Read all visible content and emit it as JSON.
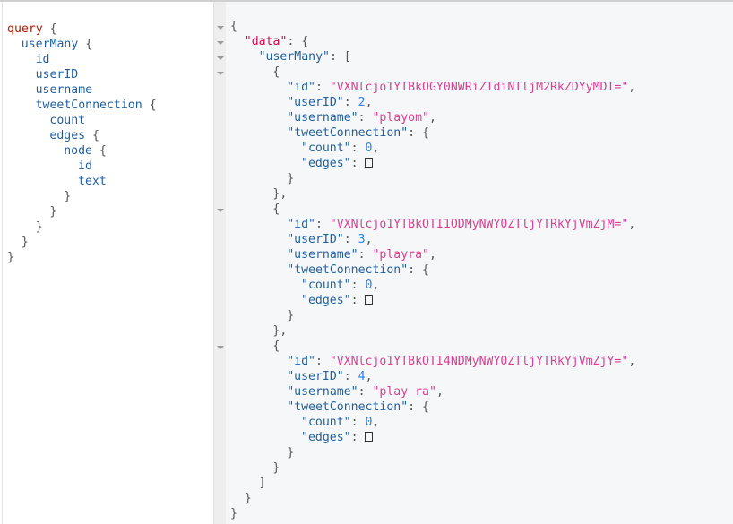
{
  "query_editor": {
    "lines": [
      {
        "indent": 0,
        "parts": [
          {
            "t": "query",
            "c": "kw"
          },
          {
            "t": " {",
            "c": "punc"
          }
        ]
      },
      {
        "indent": 1,
        "parts": [
          {
            "t": "userMany",
            "c": "field"
          },
          {
            "t": " {",
            "c": "punc"
          }
        ]
      },
      {
        "indent": 2,
        "parts": [
          {
            "t": "id",
            "c": "field"
          }
        ]
      },
      {
        "indent": 2,
        "parts": [
          {
            "t": "userID",
            "c": "field"
          }
        ]
      },
      {
        "indent": 2,
        "parts": [
          {
            "t": "username",
            "c": "field"
          }
        ]
      },
      {
        "indent": 2,
        "parts": [
          {
            "t": "tweetConnection",
            "c": "field"
          },
          {
            "t": " {",
            "c": "punc"
          }
        ]
      },
      {
        "indent": 3,
        "parts": [
          {
            "t": "count",
            "c": "field"
          }
        ]
      },
      {
        "indent": 3,
        "parts": [
          {
            "t": "edges",
            "c": "field"
          },
          {
            "t": " {",
            "c": "punc"
          }
        ]
      },
      {
        "indent": 4,
        "parts": [
          {
            "t": "node",
            "c": "field"
          },
          {
            "t": " {",
            "c": "punc"
          }
        ]
      },
      {
        "indent": 5,
        "parts": [
          {
            "t": "id",
            "c": "field"
          }
        ]
      },
      {
        "indent": 5,
        "parts": [
          {
            "t": "text",
            "c": "field"
          }
        ]
      },
      {
        "indent": 4,
        "parts": [
          {
            "t": "}",
            "c": "punc"
          }
        ]
      },
      {
        "indent": 3,
        "parts": [
          {
            "t": "}",
            "c": "punc"
          }
        ]
      },
      {
        "indent": 2,
        "parts": [
          {
            "t": "}",
            "c": "punc"
          }
        ]
      },
      {
        "indent": 1,
        "parts": [
          {
            "t": "}",
            "c": "punc"
          }
        ]
      },
      {
        "indent": 0,
        "parts": [
          {
            "t": "}",
            "c": "punc"
          }
        ]
      }
    ]
  },
  "result_viewer": {
    "fold_markers_lines": [
      0,
      1,
      2,
      3,
      12,
      21
    ],
    "lines": [
      {
        "indent": 0,
        "parts": [
          {
            "t": "{",
            "c": "punc"
          }
        ]
      },
      {
        "indent": 1,
        "parts": [
          {
            "t": "\"data\"",
            "c": "datakey"
          },
          {
            "t": ": {",
            "c": "punc"
          }
        ]
      },
      {
        "indent": 2,
        "parts": [
          {
            "t": "\"userMany\"",
            "c": "key"
          },
          {
            "t": ": [",
            "c": "punc"
          }
        ]
      },
      {
        "indent": 3,
        "parts": [
          {
            "t": "{",
            "c": "punc"
          }
        ]
      },
      {
        "indent": 4,
        "parts": [
          {
            "t": "\"id\"",
            "c": "key"
          },
          {
            "t": ": ",
            "c": "punc"
          },
          {
            "t": "\"VXNlcjo1YTBkOGY0NWRiZTdiNTljM2RkZDYyMDI=\"",
            "c": "str"
          },
          {
            "t": ",",
            "c": "punc"
          }
        ]
      },
      {
        "indent": 4,
        "parts": [
          {
            "t": "\"userID\"",
            "c": "key"
          },
          {
            "t": ": ",
            "c": "punc"
          },
          {
            "t": "2",
            "c": "num"
          },
          {
            "t": ",",
            "c": "punc"
          }
        ]
      },
      {
        "indent": 4,
        "parts": [
          {
            "t": "\"username\"",
            "c": "key"
          },
          {
            "t": ": ",
            "c": "punc"
          },
          {
            "t": "\"playom\"",
            "c": "str"
          },
          {
            "t": ",",
            "c": "punc"
          }
        ]
      },
      {
        "indent": 4,
        "parts": [
          {
            "t": "\"tweetConnection\"",
            "c": "key"
          },
          {
            "t": ": {",
            "c": "punc"
          }
        ]
      },
      {
        "indent": 5,
        "parts": [
          {
            "t": "\"count\"",
            "c": "key"
          },
          {
            "t": ": ",
            "c": "punc"
          },
          {
            "t": "0",
            "c": "num"
          },
          {
            "t": ",",
            "c": "punc"
          }
        ]
      },
      {
        "indent": 5,
        "parts": [
          {
            "t": "\"edges\"",
            "c": "key"
          },
          {
            "t": ": ",
            "c": "punc"
          },
          {
            "t": "[]",
            "c": "box"
          }
        ]
      },
      {
        "indent": 4,
        "parts": [
          {
            "t": "}",
            "c": "punc"
          }
        ]
      },
      {
        "indent": 3,
        "parts": [
          {
            "t": "},",
            "c": "punc"
          }
        ]
      },
      {
        "indent": 3,
        "parts": [
          {
            "t": "{",
            "c": "punc"
          }
        ]
      },
      {
        "indent": 4,
        "parts": [
          {
            "t": "\"id\"",
            "c": "key"
          },
          {
            "t": ": ",
            "c": "punc"
          },
          {
            "t": "\"VXNlcjo1YTBkOTI1ODMyNWY0ZTljYTRkYjVmZjM=\"",
            "c": "str"
          },
          {
            "t": ",",
            "c": "punc"
          }
        ]
      },
      {
        "indent": 4,
        "parts": [
          {
            "t": "\"userID\"",
            "c": "key"
          },
          {
            "t": ": ",
            "c": "punc"
          },
          {
            "t": "3",
            "c": "num"
          },
          {
            "t": ",",
            "c": "punc"
          }
        ]
      },
      {
        "indent": 4,
        "parts": [
          {
            "t": "\"username\"",
            "c": "key"
          },
          {
            "t": ": ",
            "c": "punc"
          },
          {
            "t": "\"playra\"",
            "c": "str"
          },
          {
            "t": ",",
            "c": "punc"
          }
        ]
      },
      {
        "indent": 4,
        "parts": [
          {
            "t": "\"tweetConnection\"",
            "c": "key"
          },
          {
            "t": ": {",
            "c": "punc"
          }
        ]
      },
      {
        "indent": 5,
        "parts": [
          {
            "t": "\"count\"",
            "c": "key"
          },
          {
            "t": ": ",
            "c": "punc"
          },
          {
            "t": "0",
            "c": "num"
          },
          {
            "t": ",",
            "c": "punc"
          }
        ]
      },
      {
        "indent": 5,
        "parts": [
          {
            "t": "\"edges\"",
            "c": "key"
          },
          {
            "t": ": ",
            "c": "punc"
          },
          {
            "t": "[]",
            "c": "box"
          }
        ]
      },
      {
        "indent": 4,
        "parts": [
          {
            "t": "}",
            "c": "punc"
          }
        ]
      },
      {
        "indent": 3,
        "parts": [
          {
            "t": "},",
            "c": "punc"
          }
        ]
      },
      {
        "indent": 3,
        "parts": [
          {
            "t": "{",
            "c": "punc"
          }
        ]
      },
      {
        "indent": 4,
        "parts": [
          {
            "t": "\"id\"",
            "c": "key"
          },
          {
            "t": ": ",
            "c": "punc"
          },
          {
            "t": "\"VXNlcjo1YTBkOTI4NDMyNWY0ZTljYTRkYjVmZjY=\"",
            "c": "str"
          },
          {
            "t": ",",
            "c": "punc"
          }
        ]
      },
      {
        "indent": 4,
        "parts": [
          {
            "t": "\"userID\"",
            "c": "key"
          },
          {
            "t": ": ",
            "c": "punc"
          },
          {
            "t": "4",
            "c": "num"
          },
          {
            "t": ",",
            "c": "punc"
          }
        ]
      },
      {
        "indent": 4,
        "parts": [
          {
            "t": "\"username\"",
            "c": "key"
          },
          {
            "t": ": ",
            "c": "punc"
          },
          {
            "t": "\"play ra\"",
            "c": "str"
          },
          {
            "t": ",",
            "c": "punc"
          }
        ]
      },
      {
        "indent": 4,
        "parts": [
          {
            "t": "\"tweetConnection\"",
            "c": "key"
          },
          {
            "t": ": {",
            "c": "punc"
          }
        ]
      },
      {
        "indent": 5,
        "parts": [
          {
            "t": "\"count\"",
            "c": "key"
          },
          {
            "t": ": ",
            "c": "punc"
          },
          {
            "t": "0",
            "c": "num"
          },
          {
            "t": ",",
            "c": "punc"
          }
        ]
      },
      {
        "indent": 5,
        "parts": [
          {
            "t": "\"edges\"",
            "c": "key"
          },
          {
            "t": ": ",
            "c": "punc"
          },
          {
            "t": "[]",
            "c": "box"
          }
        ]
      },
      {
        "indent": 4,
        "parts": [
          {
            "t": "}",
            "c": "punc"
          }
        ]
      },
      {
        "indent": 3,
        "parts": [
          {
            "t": "}",
            "c": "punc"
          }
        ]
      },
      {
        "indent": 2,
        "parts": [
          {
            "t": "]",
            "c": "punc"
          }
        ]
      },
      {
        "indent": 1,
        "parts": [
          {
            "t": "}",
            "c": "punc"
          }
        ]
      },
      {
        "indent": 0,
        "parts": [
          {
            "t": "}",
            "c": "punc"
          }
        ]
      }
    ]
  },
  "colors": {
    "keyword": "#b11a04",
    "field": "#1f61a0",
    "string": "#d64292",
    "number": "#2882f9",
    "result_bg": "#f6f7f9",
    "editor_bg": "#ffffff"
  }
}
